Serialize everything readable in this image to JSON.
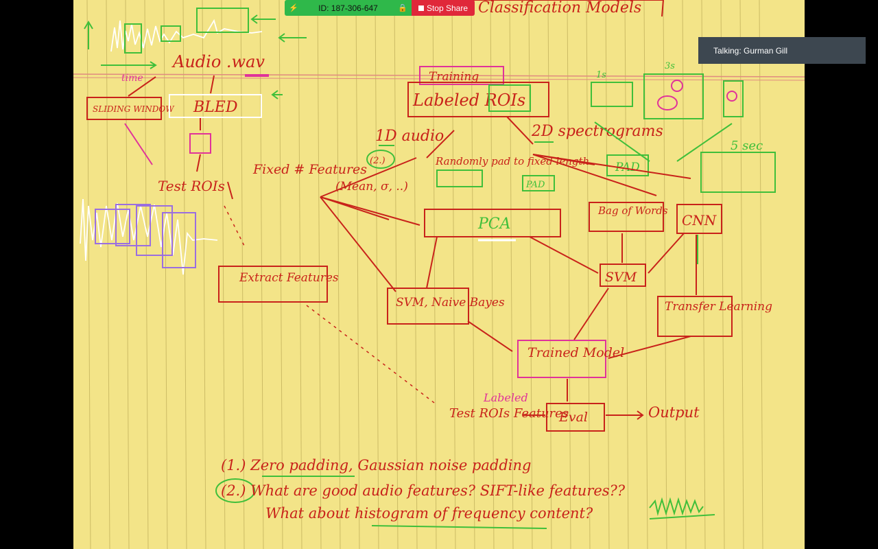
{
  "meeting": {
    "id_text": "ID: 187-306-647",
    "stop_share_label": "Stop Share",
    "talking_text": "Talking: Gurman Gill",
    "icons": [
      "arrow-icon",
      "lock-icon",
      "stop-icon"
    ]
  },
  "colors": {
    "paper": "#f3e488",
    "red_ink": "#c8221a",
    "green_ink": "#3fbf3a",
    "magenta_ink": "#e0329a",
    "share_green": "#2fb84a",
    "stop_red": "#e0283a",
    "talking_bg": "#3d4750"
  },
  "sketch": {
    "title": "Classification Models",
    "audio_wav": "Audio .wav",
    "time_label": "time",
    "sliding_window": "SLIDING WINDOW",
    "bled": "BLED",
    "test_rois": "Test ROIs",
    "training": "Training",
    "labeled_rois": "Labeled ROIs",
    "one_d_audio": "1D audio",
    "two_d_spectrograms": "2D spectrograms",
    "two": "(2.)",
    "randomly_pad": "Randomly pad to fixed length",
    "fixed_features": "Fixed # Features",
    "mean_sigma": "(Mean, σ, ..)",
    "pca": "PCA",
    "pad1": "PAD",
    "pad2": "PAD",
    "bag_of_words": "Bag of Words",
    "cnn": "CNN",
    "svm": "SVM",
    "five_sec": "5 sec",
    "one_s": "1s",
    "three_s": "3s",
    "extract_features": "Extract Features",
    "svm_naive_bayes": "SVM, Naive Bayes",
    "transfer_learning": "Transfer Learning",
    "trained_model": "Trained Model",
    "labeled": "Labeled",
    "test_rois_features": "Test ROIs Features",
    "eval": "Eval",
    "output": "Output",
    "note1": "(1.) Zero padding, Gaussian noise padding",
    "note2": "(2.) What are good audio features? SIFT-like features??",
    "note3": "What about histogram of frequency content?"
  }
}
